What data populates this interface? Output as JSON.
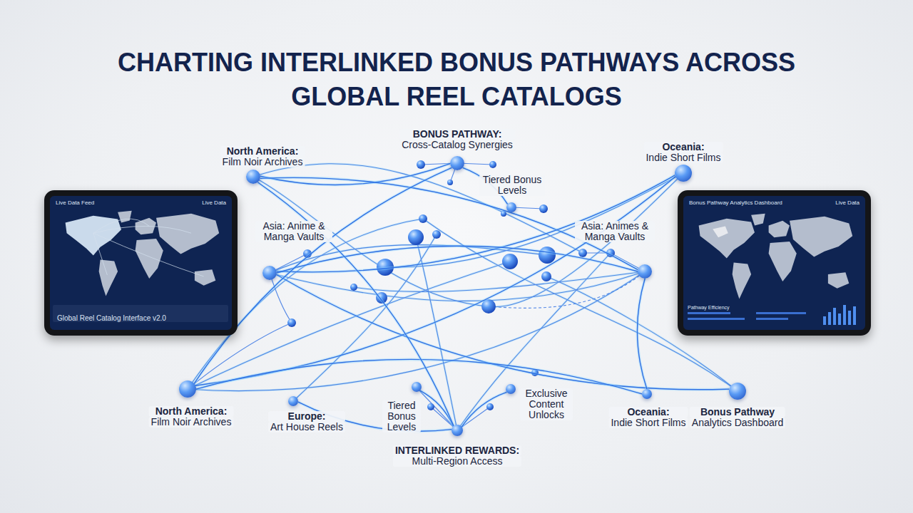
{
  "diagram": {
    "title": "CHARTING INTERLINKED BONUS PATHWAYS ACROSS GLOBAL REEL CATALOGS",
    "nodes": [
      {
        "text": [
          "North America:",
          "Film Noir Archives"
        ]
      },
      {
        "text": [
          "BONUS PATHWAY:",
          "Cross-Catalog Synergies"
        ]
      },
      {
        "text": [
          "Oceania:",
          "Indie Short Films"
        ]
      },
      {
        "text": [
          "Tiered Bonus Levels"
        ]
      },
      {
        "text": [
          "Live Data Feed",
          "Live Data",
          "Global Reel Catalog Interface v2.0"
        ]
      },
      {
        "text": [
          "Asia: Anime & Manga Vaults"
        ]
      },
      {
        "text": [
          "Asia: Animes & Manga Vaults"
        ]
      },
      {
        "text": [
          "Bonus Pathway Analytics Dashboard",
          "Live Data",
          "Pathway Efficiency"
        ]
      },
      {
        "text": [
          "North America:",
          "Film Noir Archives"
        ]
      },
      {
        "text": [
          "Europe:",
          "Art House Reels"
        ]
      },
      {
        "text": [
          "Tiered Bonus Levels"
        ]
      },
      {
        "text": [
          "Exclusive Content Unlocks"
        ]
      },
      {
        "text": [
          "Oceania:",
          "Indie Short Films"
        ]
      },
      {
        "text": [
          "Bonus Pathway",
          "Analytics Dashboard"
        ]
      },
      {
        "text": [
          "INTERLINKED REWARDS:",
          "Multi-Region Access"
        ]
      }
    ],
    "edges": [
      {
        "from": 0,
        "to": 1,
        "arrow": "none"
      },
      {
        "from": 0,
        "to": 6,
        "arrow": "none"
      },
      {
        "from": 5,
        "to": 2,
        "arrow": "none"
      },
      {
        "from": 5,
        "to": 6,
        "arrow": "none"
      },
      {
        "from": 5,
        "to": 13,
        "arrow": "none"
      },
      {
        "from": 8,
        "to": 1,
        "arrow": "none"
      },
      {
        "from": 8,
        "to": 2,
        "arrow": "none"
      },
      {
        "from": 8,
        "to": 12,
        "arrow": "none"
      },
      {
        "from": 9,
        "to": 14,
        "arrow": "none"
      },
      {
        "from": 10,
        "to": 14,
        "arrow": "none"
      },
      {
        "from": 11,
        "to": 14,
        "arrow": "none"
      },
      {
        "from": 1,
        "to": 3,
        "arrow": "none"
      },
      {
        "from": 6,
        "to": 12,
        "arrow": "none"
      },
      {
        "from": 0,
        "to": 14,
        "arrow": "none"
      }
    ]
  }
}
